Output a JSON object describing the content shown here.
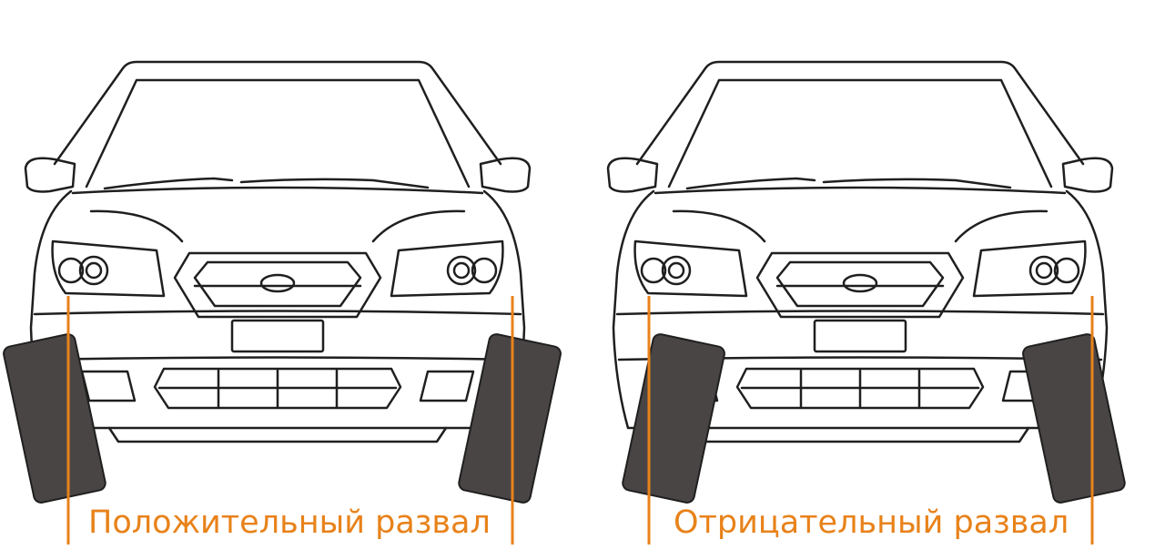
{
  "colors": {
    "line": "#e8821a",
    "tire": "#4a4545",
    "outline": "#1f1f1f",
    "background": "#ffffff"
  },
  "diagrams": [
    {
      "id": "positive",
      "caption": "Положительный развал",
      "camber": "positive"
    },
    {
      "id": "negative",
      "caption": "Отрицательный развал",
      "camber": "negative"
    }
  ]
}
